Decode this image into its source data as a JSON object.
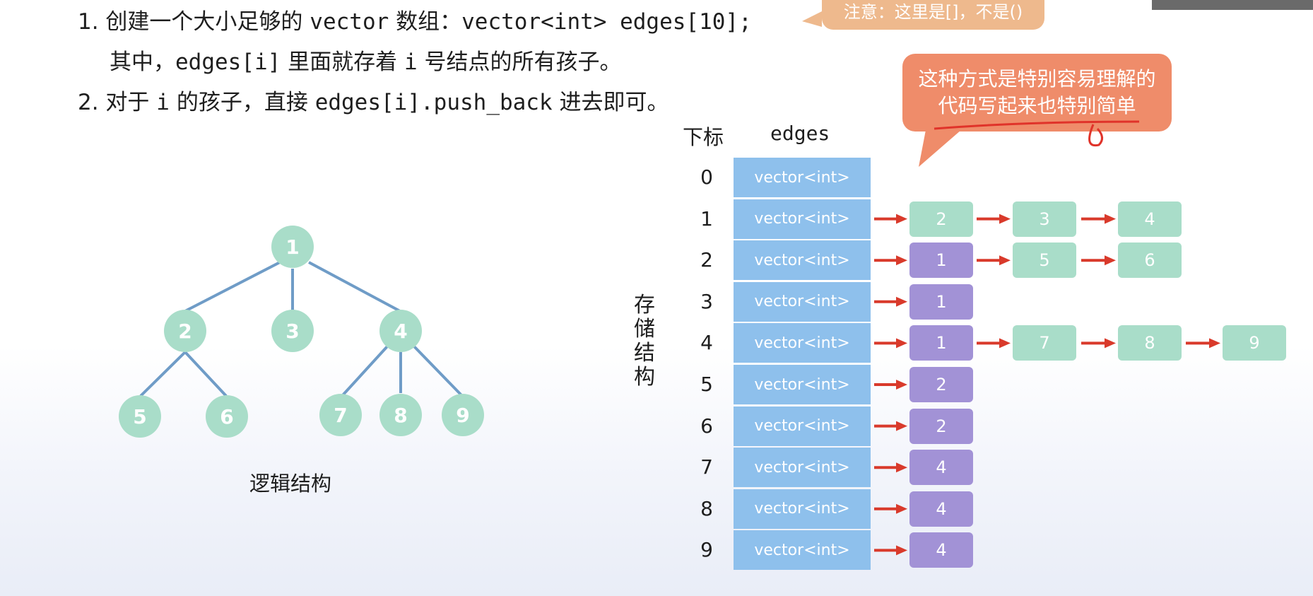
{
  "instructions": {
    "line1_prefix": "1. 创建一个大小足够的 ",
    "line1_code1": "vector",
    "line1_mid": " 数组：",
    "line1_code2": "vector<int> edges[10];",
    "line2_prefix": "其中，",
    "line2_code1": "edges[i]",
    "line2_mid": " 里面就存着 ",
    "line2_code2": "i",
    "line2_suffix": " 号结点的所有孩子。",
    "line3_prefix": "2. 对于 ",
    "line3_code1": "i",
    "line3_mid": " 的孩子，直接 ",
    "line3_code2": "edges[i].push_back",
    "line3_suffix": " 进去即可。"
  },
  "callouts": {
    "top": "注意：这里是[]，不是()",
    "main_line1": "这种方式是特别容易理解的",
    "main_line2": "代码写起来也特别简单"
  },
  "tree": {
    "nodes": [
      "1",
      "2",
      "3",
      "4",
      "5",
      "6",
      "7",
      "8",
      "9"
    ],
    "caption": "逻辑结构"
  },
  "storage": {
    "index_header": "下标",
    "edges_header": "edges",
    "vertical_label": "存储结构",
    "cell_label": "vector<int>",
    "rows": [
      {
        "index": "0",
        "children": []
      },
      {
        "index": "1",
        "children": [
          "2",
          "3",
          "4"
        ]
      },
      {
        "index": "2",
        "children": [
          "1",
          "5",
          "6"
        ]
      },
      {
        "index": "3",
        "children": [
          "1"
        ]
      },
      {
        "index": "4",
        "children": [
          "1",
          "7",
          "8",
          "9"
        ]
      },
      {
        "index": "5",
        "children": [
          "2"
        ]
      },
      {
        "index": "6",
        "children": [
          "2"
        ]
      },
      {
        "index": "7",
        "children": [
          "4"
        ]
      },
      {
        "index": "8",
        "children": [
          "4"
        ]
      },
      {
        "index": "9",
        "children": [
          "4"
        ]
      }
    ]
  },
  "colors": {
    "vector_cell": "#8ec0ec",
    "child_node": "#a9ddc9",
    "parent_node": "#a292d6",
    "arrow": "#d93a2b",
    "tree_edge": "#6f9cc7",
    "callout_main": "#ef8c6a",
    "callout_top": "#eeb98d",
    "underline": "#e0332a"
  }
}
